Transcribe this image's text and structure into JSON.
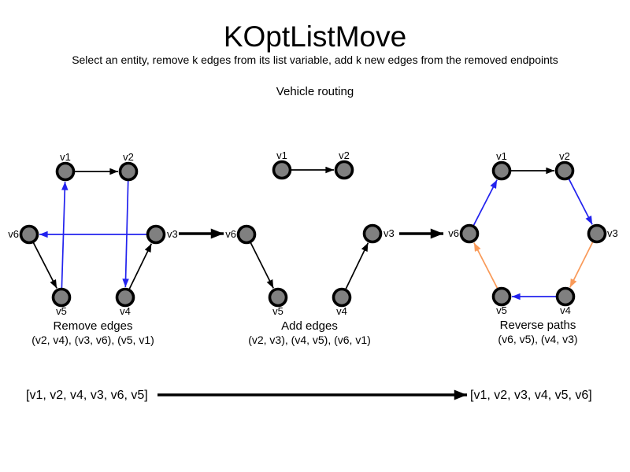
{
  "title": "KOptListMove",
  "subtitle": "Select an entity, remove k edges from its list variable, add k new edges from the removed endpoints",
  "example_label": "Vehicle routing",
  "colors": {
    "black": "#000000",
    "blue": "#2222ee",
    "orange": "#f99a59",
    "node_fill": "#808080",
    "node_border": "#000000"
  },
  "graphs": [
    {
      "caption": "Remove edges",
      "edge_list": "(v2, v4), (v3, v6), (v5, v1)",
      "nodes": {
        "v1": "v1",
        "v2": "v2",
        "v3": "v3",
        "v4": "v4",
        "v5": "v5",
        "v6": "v6"
      },
      "edges": [
        {
          "from": "v1",
          "to": "v2",
          "color": "black"
        },
        {
          "from": "v2",
          "to": "v4",
          "color": "blue"
        },
        {
          "from": "v3",
          "to": "v6",
          "color": "blue"
        },
        {
          "from": "v5",
          "to": "v1",
          "color": "blue"
        },
        {
          "from": "v6",
          "to": "v5",
          "color": "black"
        },
        {
          "from": "v4",
          "to": "v3",
          "color": "black"
        }
      ]
    },
    {
      "caption": "Add edges",
      "edge_list": "(v2, v3), (v4, v5), (v6, v1)",
      "nodes": {
        "v1": "v1",
        "v2": "v2",
        "v3": "v3",
        "v4": "v4",
        "v5": "v5",
        "v6": "v6"
      },
      "edges": [
        {
          "from": "v1",
          "to": "v2",
          "color": "black"
        },
        {
          "from": "v6",
          "to": "v5",
          "color": "black"
        },
        {
          "from": "v4",
          "to": "v3",
          "color": "black"
        }
      ]
    },
    {
      "caption": "Reverse paths",
      "edge_list": "(v6, v5), (v4, v3)",
      "nodes": {
        "v1": "v1",
        "v2": "v2",
        "v3": "v3",
        "v4": "v4",
        "v5": "v5",
        "v6": "v6"
      },
      "edges": [
        {
          "from": "v1",
          "to": "v2",
          "color": "black"
        },
        {
          "from": "v2",
          "to": "v3",
          "color": "blue"
        },
        {
          "from": "v3",
          "to": "v4",
          "color": "orange"
        },
        {
          "from": "v4",
          "to": "v5",
          "color": "blue"
        },
        {
          "from": "v5",
          "to": "v6",
          "color": "orange"
        },
        {
          "from": "v6",
          "to": "v1",
          "color": "blue"
        }
      ]
    }
  ],
  "result": {
    "before": "[v1, v2, v4, v3, v6, v5]",
    "after": "[v1, v2, v3, v4, v5, v6]"
  }
}
